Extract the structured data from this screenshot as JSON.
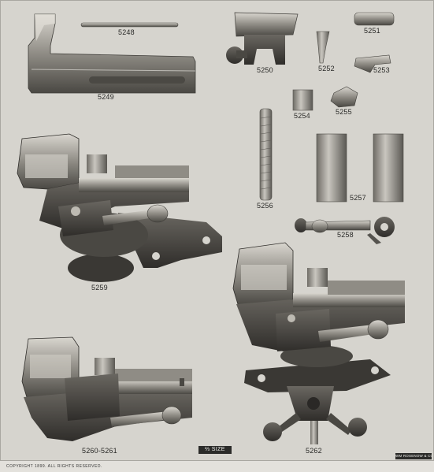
{
  "labels": {
    "p5248": "5248",
    "p5249": "5249",
    "p5250": "5250",
    "p5251": "5251",
    "p5252": "5252",
    "p5253": "5253",
    "p5254": "5254",
    "p5255": "5255",
    "p5256": "5256",
    "p5257": "5257",
    "p5258": "5258",
    "p5259": "5259",
    "p5260": "5260-5261",
    "p5262": "5262"
  },
  "badge": "⅔ SIZE",
  "maker": "WM ROSENOW & CO.",
  "copyright": "COPYRIGHT 1899. ALL RIGHTS RESERVED.",
  "colors": {
    "plate": "#d6d4ce",
    "iron_dark": "#3a3834",
    "iron_mid": "#6b6862",
    "steel_light": "#bdbab2"
  }
}
